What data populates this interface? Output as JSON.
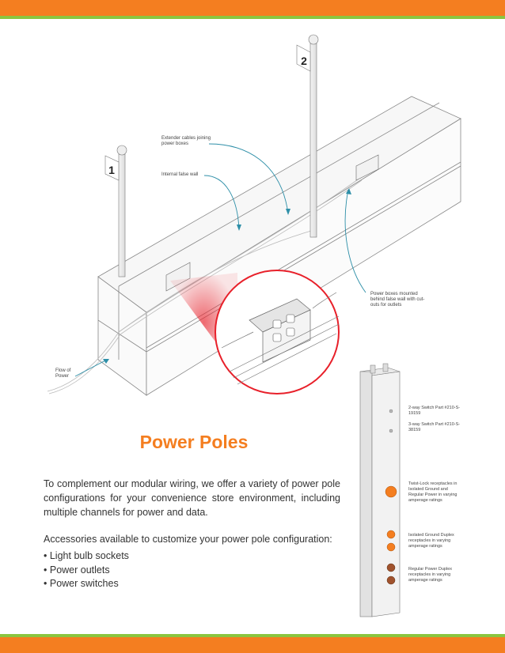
{
  "callouts": {
    "extender": "Extender cables joining power boxes",
    "false_wall": "Internal false wall",
    "power_boxes": "Power boxes mounted behind false wall with cut-outs for outlets",
    "flow": "Flow of Power"
  },
  "pole_numbers": [
    "1",
    "2"
  ],
  "pole_parts": {
    "two_way": "2-way Switch Part #210-S-19159",
    "three_way": "3-way Switch Part #210-S-38159",
    "twist_lock": "Twist-Lock receptacles in Isolated Ground and Regular Power in varying amperage ratings",
    "isolated": "Isolated Ground Duplex receptacles in varying amperage ratings",
    "regular": "Regular Power Duplex receptacles in varying amperage ratings"
  },
  "title": "Power Poles",
  "intro": "To complement our modular wiring, we offer a variety of power pole configurations for your convenience store environment, including multiple channels for power and data.",
  "accessories_intro": "Accessories available to customize your power pole configuration:",
  "accessories": [
    "Light bulb sockets",
    "Power outlets",
    "Power switches"
  ],
  "colors": {
    "orange": "#f47e20",
    "green": "#8bc53f",
    "highlight": "#e8202a",
    "arrow": "#2e8fa8"
  }
}
